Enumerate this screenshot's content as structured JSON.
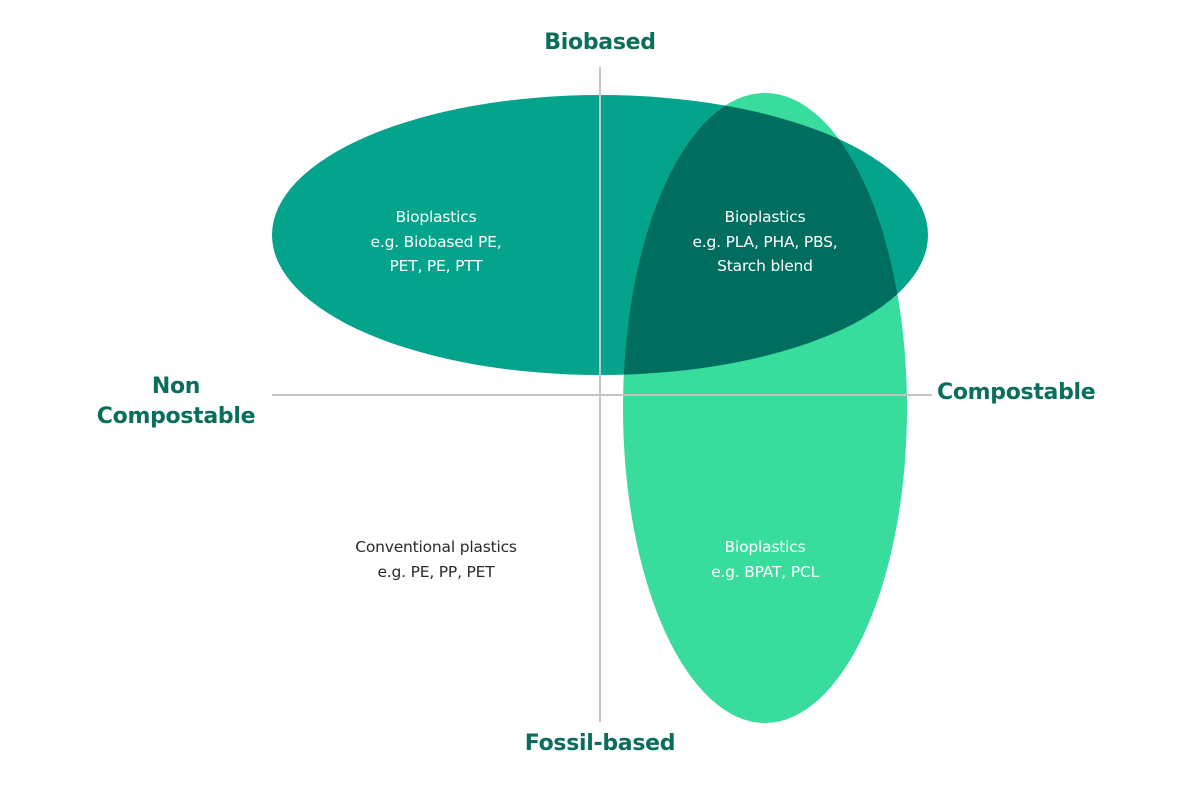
{
  "diagram": {
    "type": "quadrant-venn",
    "colors": {
      "biobased_ellipse": "#04a38b",
      "compostable_ellipse": "#38dc9c",
      "overlap": "#006e5e",
      "axis_line": "#c4c4c4",
      "axis_label": "#0b6e5c",
      "region_text_light": "#ffffff",
      "region_text_dark": "#2a2a2a"
    },
    "axes": {
      "top": "Biobased",
      "bottom": "Fossil-based",
      "left_line1": "Non",
      "left_line2": "Compostable",
      "right": "Compostable"
    },
    "regions": [
      {
        "id": "biobased-non-compostable",
        "line1": "Bioplastics",
        "line2": "e.g. Biobased PE,",
        "line3": "PET, PE, PTT"
      },
      {
        "id": "biobased-compostable",
        "line1": "Bioplastics",
        "line2": "e.g. PLA, PHA, PBS,",
        "line3": "Starch blend"
      },
      {
        "id": "fossil-non-compostable",
        "line1": "Conventional plastics",
        "line2": "e.g. PE, PP, PET"
      },
      {
        "id": "fossil-compostable",
        "line1": "Bioplastics",
        "line2": "e.g. BPAT, PCL"
      }
    ]
  }
}
